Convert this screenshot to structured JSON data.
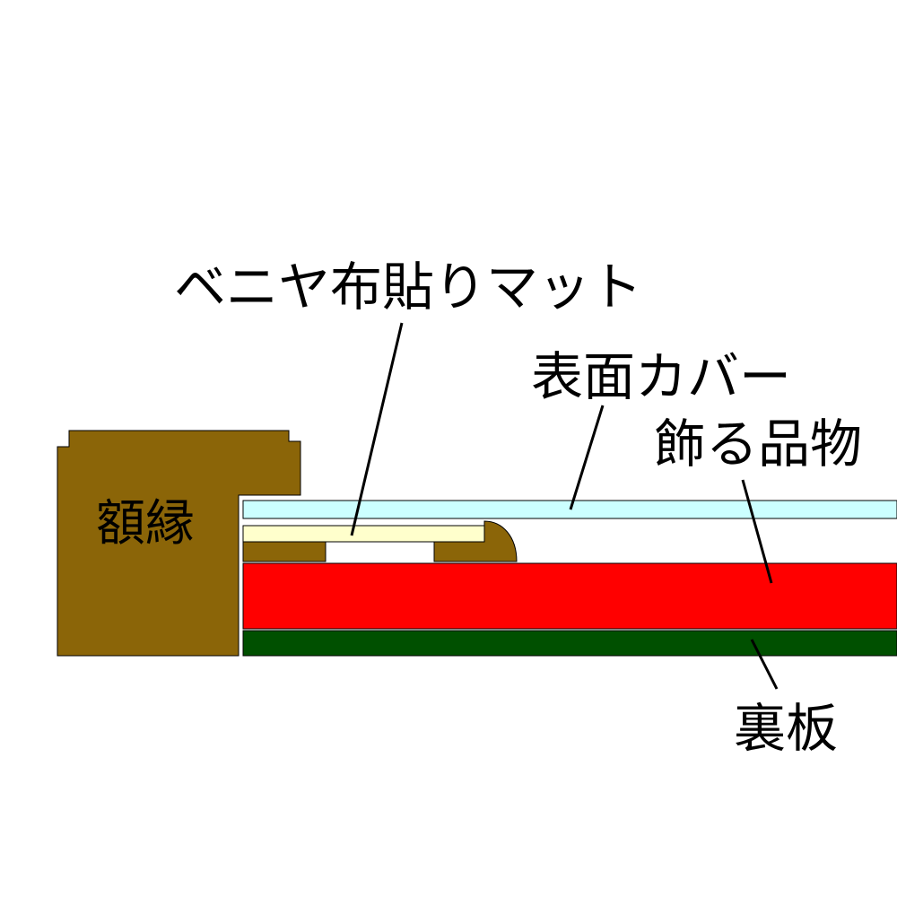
{
  "labels": {
    "frame": "額縁",
    "mat": "ベニヤ布貼りマット",
    "cover": "表面カバー",
    "artwork": "飾る品物",
    "backboard": "裏板"
  },
  "colors": {
    "frame": "#8b6508",
    "mat_cloth": "#ffffcc",
    "cover": "#ccffff",
    "artwork": "#ff0000",
    "backboard": "#005000",
    "outline": "#000000",
    "background": "#ffffff"
  }
}
